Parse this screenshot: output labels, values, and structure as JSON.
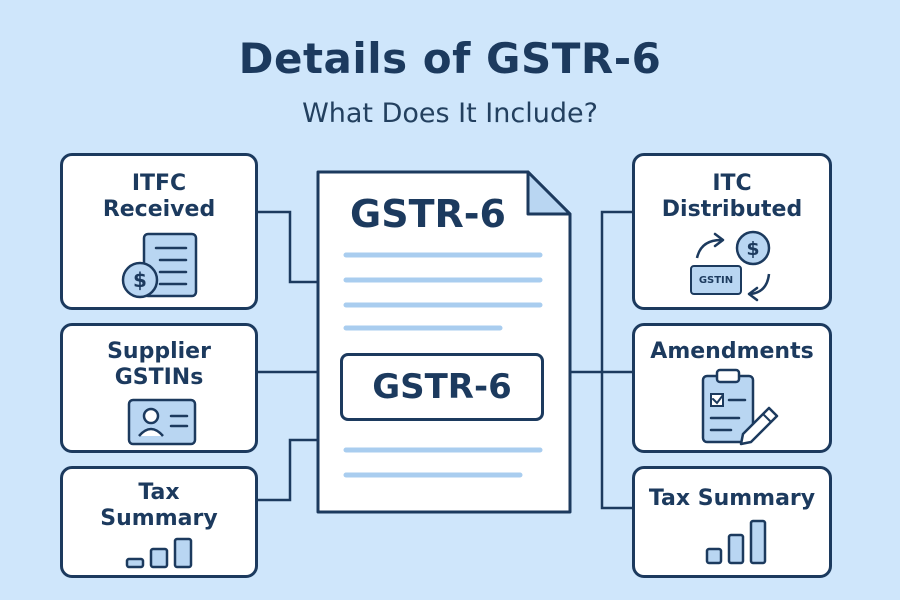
{
  "header": {
    "title": "Details of GSTR-6",
    "subtitle": "What Does It Include?"
  },
  "document": {
    "title": "GSTR-6",
    "badge": "GSTR-6"
  },
  "left_cards": [
    {
      "label_line1": "ITFC",
      "label_line2": "Received",
      "icon": "invoice-coin-icon"
    },
    {
      "label_line1": "Supplier",
      "label_line2": "GSTINs",
      "icon": "id-card-icon"
    },
    {
      "label_line1": "Tax",
      "label_line2": "Summary",
      "icon": "bar-chart-icon"
    }
  ],
  "right_cards": [
    {
      "label_line1": "ITC",
      "label_line2": "Distributed",
      "icon": "gstin-exchange-icon",
      "tag": "GSTIN"
    },
    {
      "label_line1": "Amendments",
      "icon": "clipboard-pencil-icon"
    },
    {
      "label_line1": "Tax Summary",
      "icon": "bar-chart-icon"
    }
  ],
  "colors": {
    "background": "#cfe6fb",
    "outline": "#1c3a5e",
    "accent_light": "#b9d6f2",
    "line_light": "#a9cdef"
  }
}
